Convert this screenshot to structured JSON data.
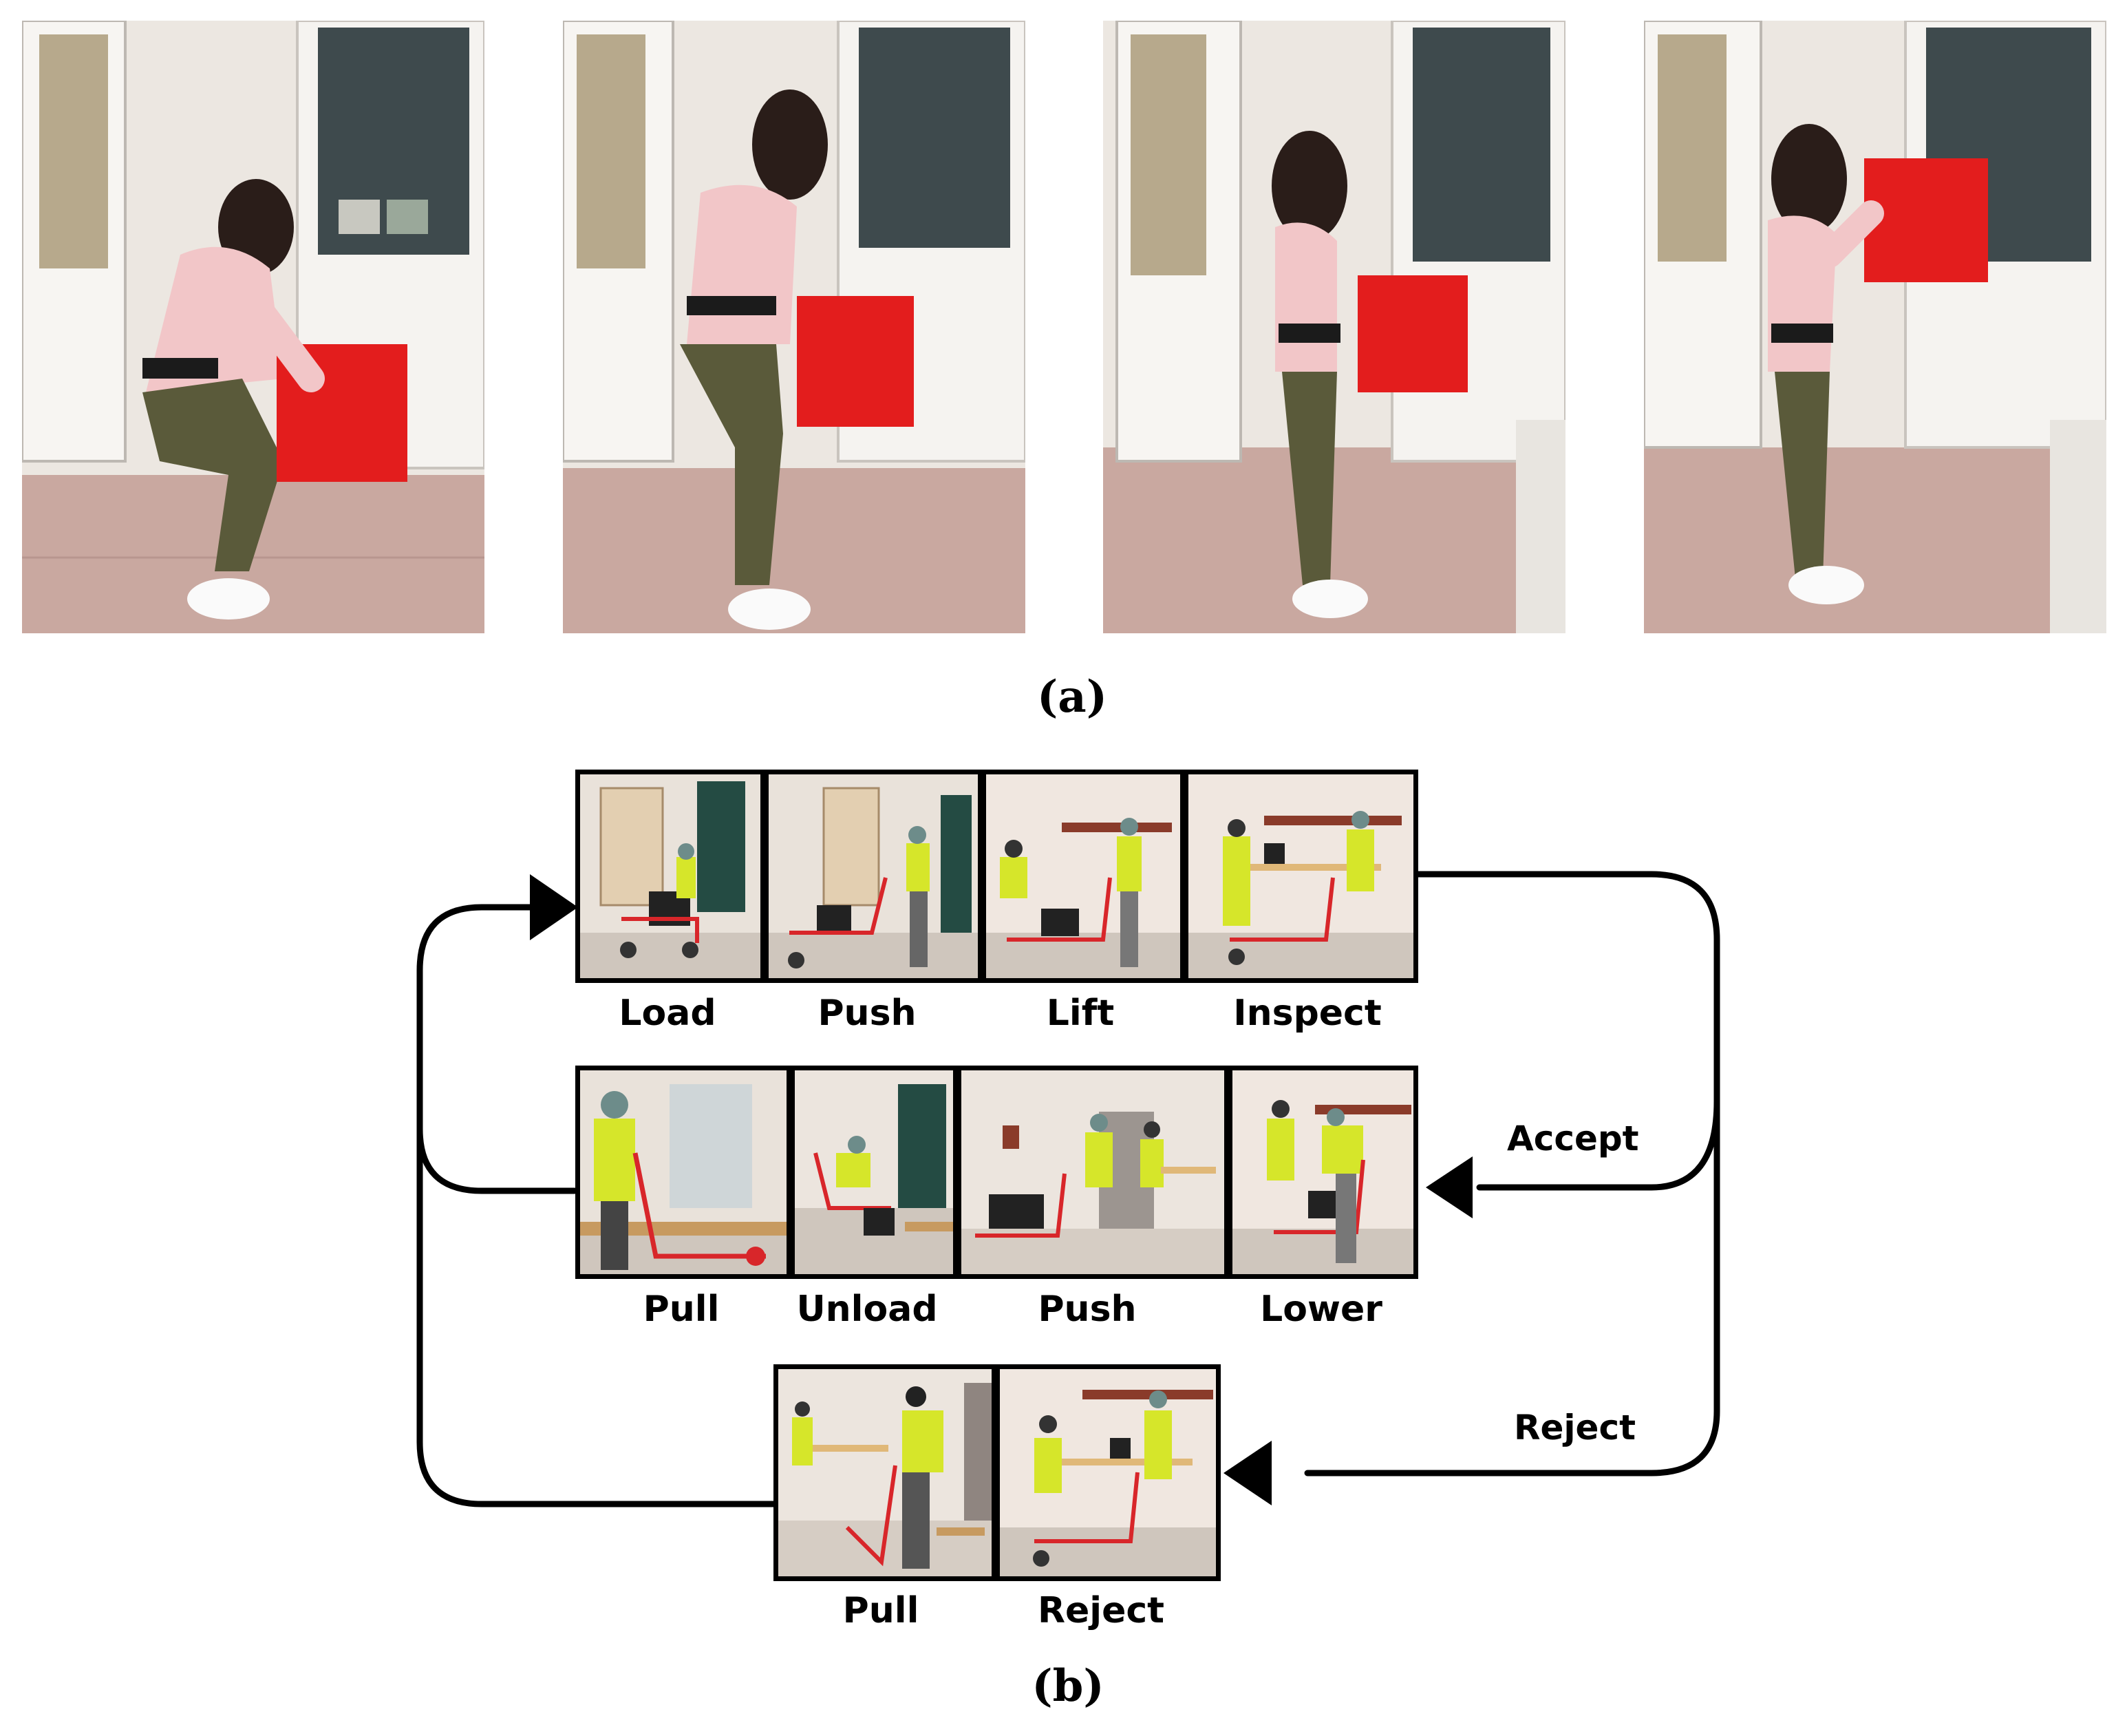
{
  "panel_a": {
    "label": "(a)",
    "frames": [
      {
        "pose": "squat-grasp"
      },
      {
        "pose": "rising-lift"
      },
      {
        "pose": "upright-carry"
      },
      {
        "pose": "overhead-raise"
      }
    ]
  },
  "panel_b": {
    "label": "(b)",
    "row1": {
      "steps": [
        "Load",
        "Push",
        "Lift",
        "Inspect"
      ]
    },
    "row2": {
      "steps": [
        "Pull",
        "Unload",
        "Push",
        "Lower"
      ]
    },
    "row3": {
      "steps": [
        "Pull",
        "Reject"
      ]
    },
    "branches": {
      "accept": "Accept",
      "reject": "Reject"
    }
  },
  "colors": {
    "basket": "#e31d1d",
    "vest": "#d6e62a",
    "cart": "#d8262a",
    "sweater": "#f2c6c8",
    "pants": "#5a5a3a",
    "floor": "#c9a8a0",
    "wall": "#f1ece6"
  }
}
